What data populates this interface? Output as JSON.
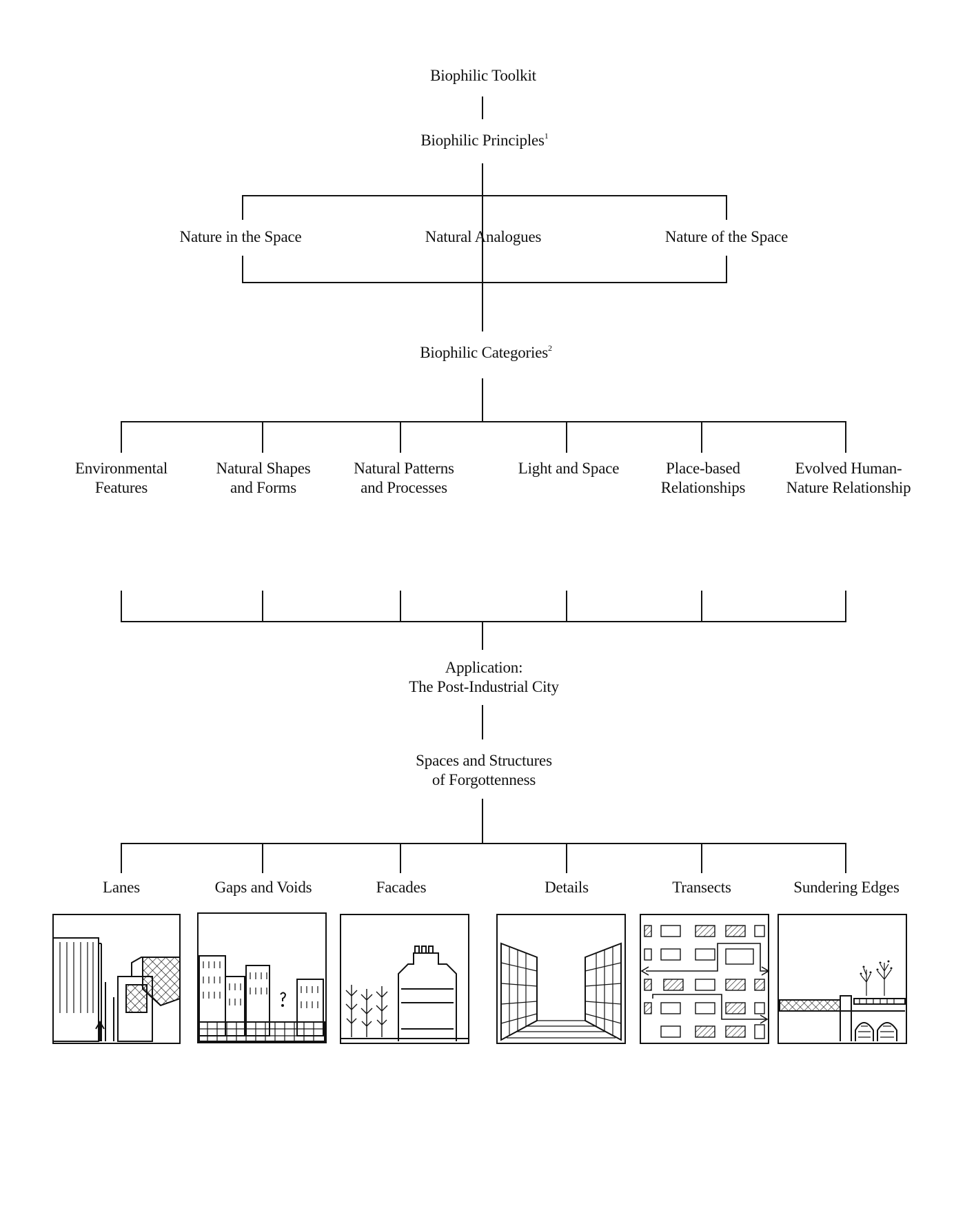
{
  "title": "Biophilic Toolkit",
  "principles": {
    "label": "Biophilic Principles",
    "footnote": "1"
  },
  "principle_items": [
    "Nature in the Space",
    "Natural Analogues",
    "Nature of the Space"
  ],
  "categories": {
    "label": "Biophilic Categories",
    "footnote": "2"
  },
  "category_items": [
    [
      "Environmental",
      "Features"
    ],
    [
      "Natural Shapes",
      "and Forms"
    ],
    [
      "Natural Patterns",
      "and Processes"
    ],
    [
      "Light and Space",
      ""
    ],
    [
      "Place-based",
      "Relationships"
    ],
    [
      "Evolved Human-",
      "Nature Relationship"
    ]
  ],
  "application": {
    "line1": "Application:",
    "line2": "The Post-Industrial City"
  },
  "spaces": {
    "line1": "Spaces and Structures",
    "line2": "of Forgottenness"
  },
  "space_items": [
    "Lanes",
    "Gaps and Voids",
    "Facades",
    "Details",
    "Transects",
    "Sundering Edges"
  ],
  "sketch_icons": [
    "lanes-sketch",
    "gaps-and-voids-sketch",
    "facades-sketch",
    "details-sketch",
    "transects-sketch",
    "sundering-edges-sketch"
  ]
}
